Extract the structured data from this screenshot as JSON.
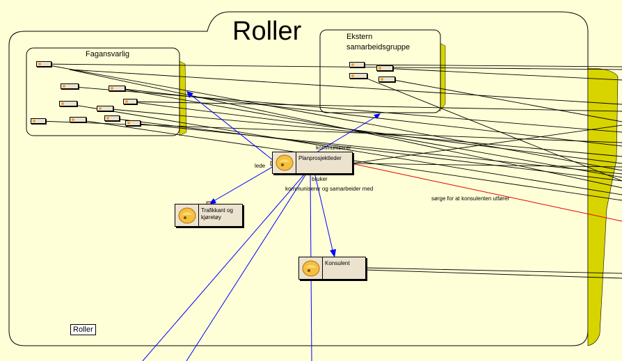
{
  "diagram": {
    "title": "Roller",
    "groups": {
      "fagansvarlig": "Fagansvarlig",
      "ekstern": "Ekstern samarbeidsgruppe"
    },
    "roles": {
      "planprosjektleder": "Planprosjektleder",
      "trafikkant": "Trafikkant og kjøretøy",
      "konsulent": "Konsulent"
    },
    "edge_labels": {
      "kommuniserer": "kommuniserer",
      "lede": "lede",
      "bruker": "bruker",
      "samarbeider": "kommuniserer og samarbeider med",
      "sorge": "sørge for at konsulenten utfører"
    },
    "roller_tag": "Roller"
  },
  "colors": {
    "background": "#ffffd7",
    "accent_olive": "#d8d400",
    "association_blue": "#0000ff",
    "highlight_red": "#e00000",
    "role_fill": "#ece3cf"
  }
}
